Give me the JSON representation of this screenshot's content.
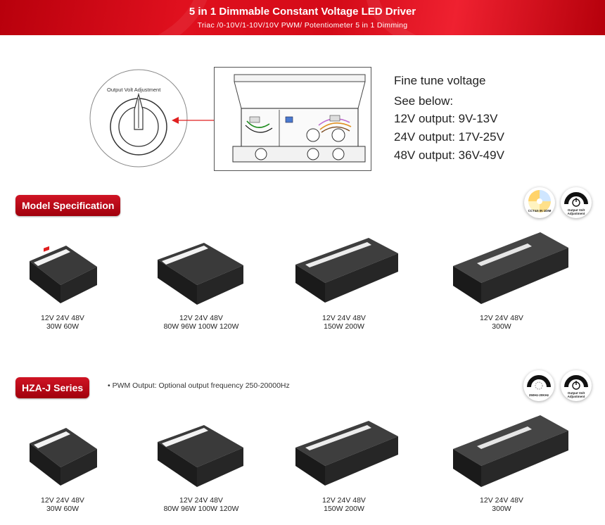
{
  "banner": {
    "title": "5 in 1 Dimmable Constant Voltage LED Driver",
    "subtitle": "Triac /0-10V/1-10V/10V PWM/ Potentiometer 5 in 1 Dimming"
  },
  "diagram": {
    "dial_label": "Output Volt Adjustment"
  },
  "fine_tune": {
    "lines": [
      "Fine tune voltage",
      "See below:",
      "12V output: 9V-13V",
      "24V output: 17V-25V",
      "48V output: 36V-49V"
    ]
  },
  "model_spec": {
    "heading": "Model Specification",
    "badges": [
      {
        "icon": "cct-color-wheel-icon",
        "caption": "CCT&5 IN 1DIM"
      },
      {
        "icon": "power-dial-icon",
        "caption_line1": "Output Volt",
        "caption_line2": "Adjustment"
      }
    ],
    "products": [
      {
        "line1": "12V 24V 48V",
        "line2": "30W 60W"
      },
      {
        "line1": "12V 24V 48V",
        "line2": "80W 96W 100W 120W"
      },
      {
        "line1": "12V 24V 48V",
        "line2": "150W 200W"
      },
      {
        "line1": "12V 24V 48V",
        "line2": "300W"
      }
    ]
  },
  "hza_series": {
    "heading": "HZA-J Series",
    "note": "• PWM Output: Optional output frequency 250-20000Hz",
    "badges": [
      {
        "icon": "frequency-dial-icon",
        "caption": "250Hz-20KHz"
      },
      {
        "icon": "power-dial-icon",
        "caption_line1": "Output Volt",
        "caption_line2": "Adjustment"
      }
    ],
    "products": [
      {
        "line1": "12V 24V 48V",
        "line2": "30W 60W"
      },
      {
        "line1": "12V 24V 48V",
        "line2": "80W 96W 100W 120W"
      },
      {
        "line1": "12V 24V 48V",
        "line2": "150W 200W"
      },
      {
        "line1": "12V 24V 48V",
        "line2": "300W"
      }
    ]
  },
  "colors": {
    "brand_red": "#d01424",
    "dark_red": "#a0000c",
    "label_red": "#e02020",
    "driver_body": "#2a2a2a"
  }
}
